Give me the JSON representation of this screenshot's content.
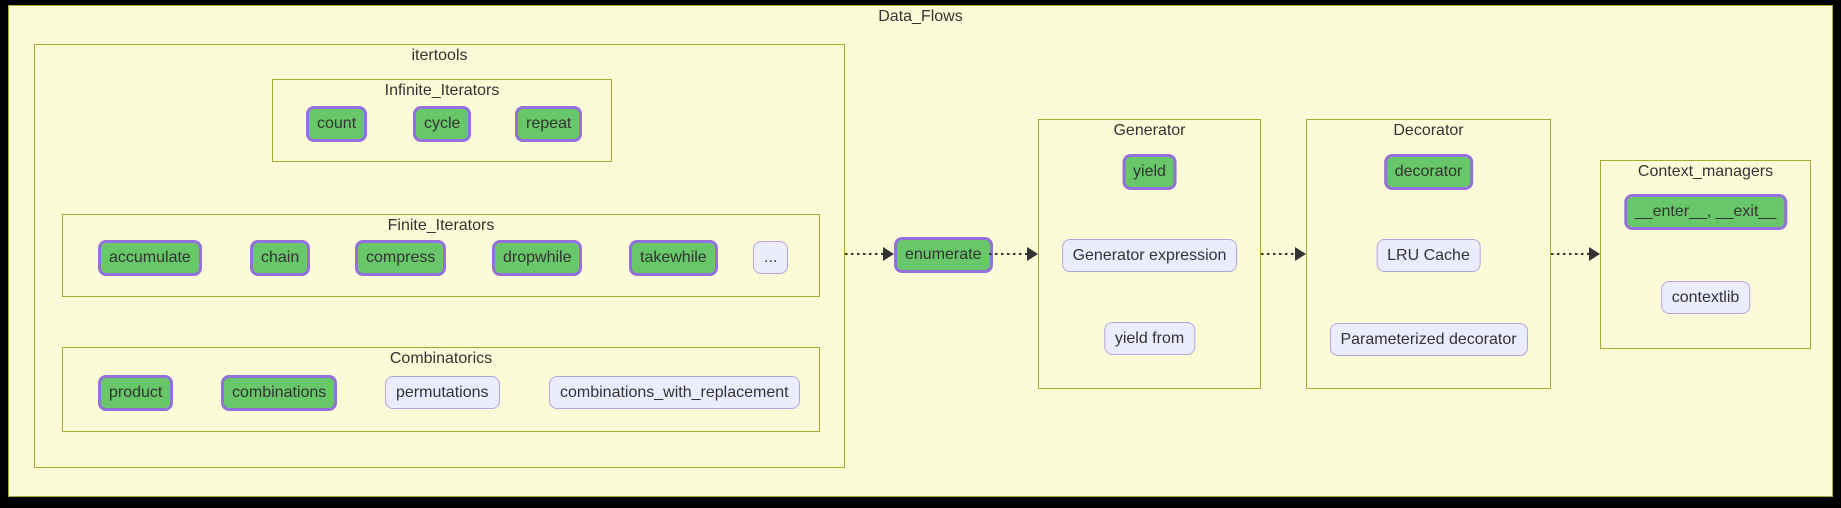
{
  "colors": {
    "canvas_bg": "#000000",
    "surface": "#FBFBD8",
    "frame_border": "#AAAA33",
    "node_green_fill": "#68C768",
    "node_green_border": "#9370DB",
    "node_lavender_fill": "#ECECFF",
    "node_lavender_border": "#B3A5DE",
    "edge_color": "#333333",
    "text_color": "#333333"
  },
  "diagram": {
    "title": "Data_Flows",
    "itertools": {
      "title": "itertools",
      "infinite_iterators": {
        "title": "Infinite_Iterators",
        "nodes": [
          {
            "label": "count",
            "style": "green"
          },
          {
            "label": "cycle",
            "style": "green"
          },
          {
            "label": "repeat",
            "style": "green"
          }
        ]
      },
      "finite_iterators": {
        "title": "Finite_Iterators",
        "nodes": [
          {
            "label": "accumulate",
            "style": "green"
          },
          {
            "label": "chain",
            "style": "green"
          },
          {
            "label": "compress",
            "style": "green"
          },
          {
            "label": "dropwhile",
            "style": "green"
          },
          {
            "label": "takewhile",
            "style": "green"
          },
          {
            "label": "...",
            "style": "lavender"
          }
        ]
      },
      "combinatorics": {
        "title": "Combinatorics",
        "nodes": [
          {
            "label": "product",
            "style": "green"
          },
          {
            "label": "combinations",
            "style": "green"
          },
          {
            "label": "permutations",
            "style": "lavender"
          },
          {
            "label": "combinations_with_replacement",
            "style": "lavender"
          }
        ]
      }
    },
    "standalone": {
      "enumerate": {
        "label": "enumerate",
        "style": "green"
      }
    },
    "generator": {
      "title": "Generator",
      "nodes": [
        {
          "label": "yield",
          "style": "green"
        },
        {
          "label": "Generator expression",
          "style": "lavender"
        },
        {
          "label": "yield from",
          "style": "lavender"
        }
      ]
    },
    "decorator": {
      "title": "Decorator",
      "nodes": [
        {
          "label": "decorator",
          "style": "green"
        },
        {
          "label": "LRU Cache",
          "style": "lavender"
        },
        {
          "label": "Parameterized decorator",
          "style": "lavender"
        }
      ]
    },
    "context_managers": {
      "title": "Context_managers",
      "nodes": [
        {
          "label": "__enter__, __exit__",
          "style": "green"
        },
        {
          "label": "contextlib",
          "style": "lavender"
        }
      ]
    },
    "edges": [
      {
        "from": "Finite_Iterators",
        "to": "enumerate",
        "style": "dotted-arrow"
      },
      {
        "from": "enumerate",
        "to": "Generator",
        "style": "dotted-arrow"
      },
      {
        "from": "Generator",
        "to": "Decorator",
        "style": "dotted-arrow"
      },
      {
        "from": "Decorator",
        "to": "Context_managers",
        "style": "dotted-arrow"
      }
    ]
  }
}
